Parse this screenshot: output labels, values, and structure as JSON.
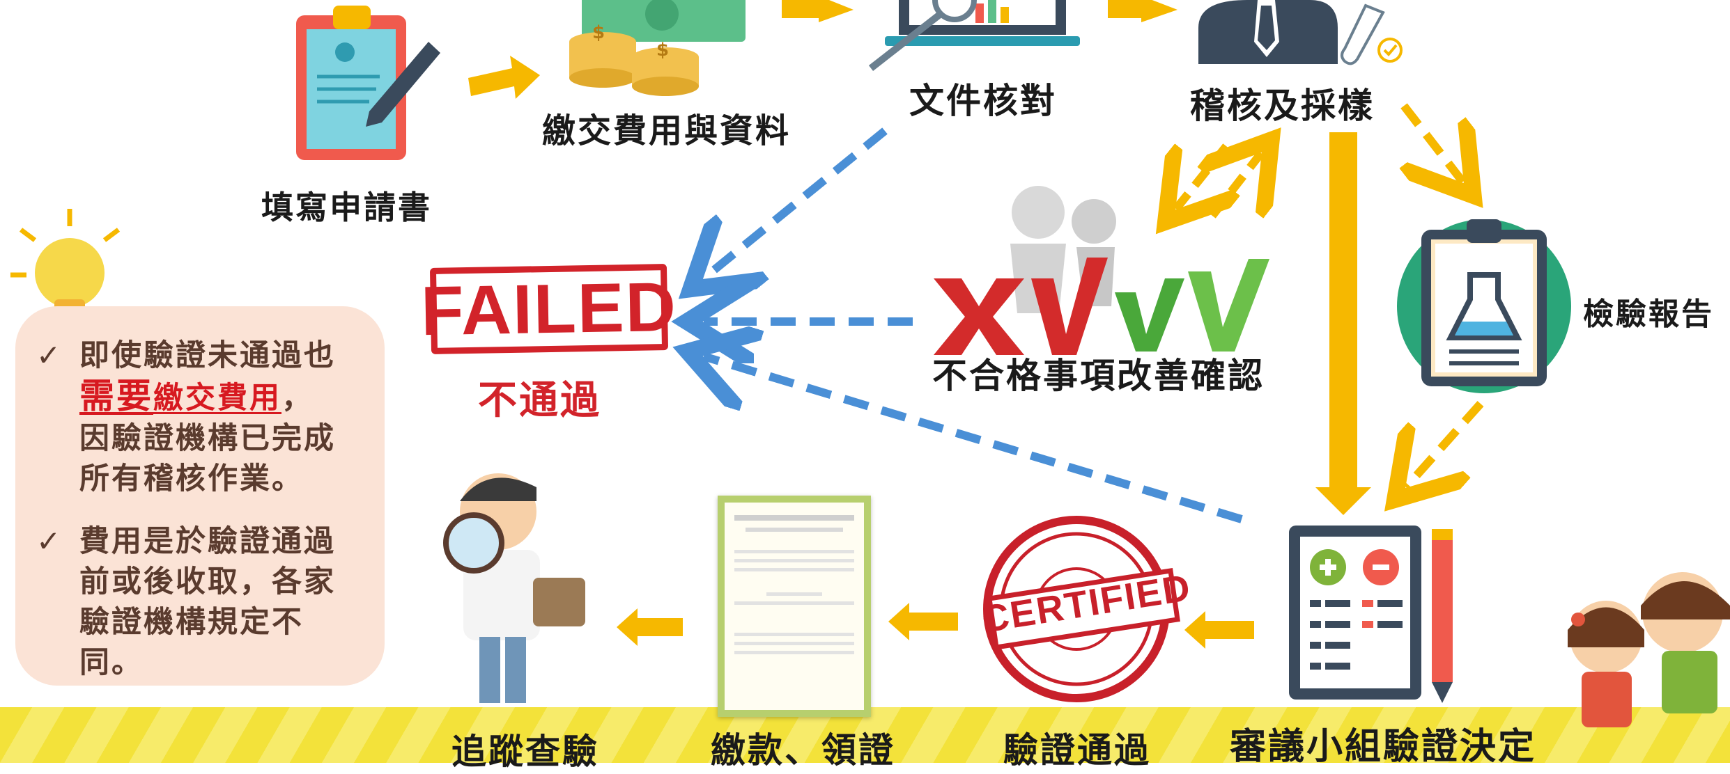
{
  "steps": {
    "apply": "填寫申請書",
    "pay_submit": "繳交費用與資料",
    "doc_check": "文件核對",
    "audit_sample": "稽核及採樣",
    "test_report": "檢驗報告",
    "improve_confirm": "不合格事項改善確認",
    "fail": "不通過",
    "committee": "審議小組驗證決定",
    "pass": "驗證通過",
    "pay_cert": "繳款、領證",
    "follow_up": "追蹤查驗"
  },
  "failed_stamp": "FAILED",
  "certified_stamp": "CERTIFIED",
  "note": {
    "item1_a": "即使驗證未通過也",
    "item1_b": "需要",
    "item1_c": "繳交費用",
    "item1_d": "，",
    "item1_e": "因驗證機構已完成所有稽核作業。",
    "item2": "費用是於驗證通過前或後收取，各家驗證機構規定不同。"
  },
  "colors": {
    "arrow_yellow": "#f6b800",
    "arrow_blue": "#4a8fd6",
    "fail_red": "#d2232a",
    "note_bg": "#fbe3d6"
  }
}
